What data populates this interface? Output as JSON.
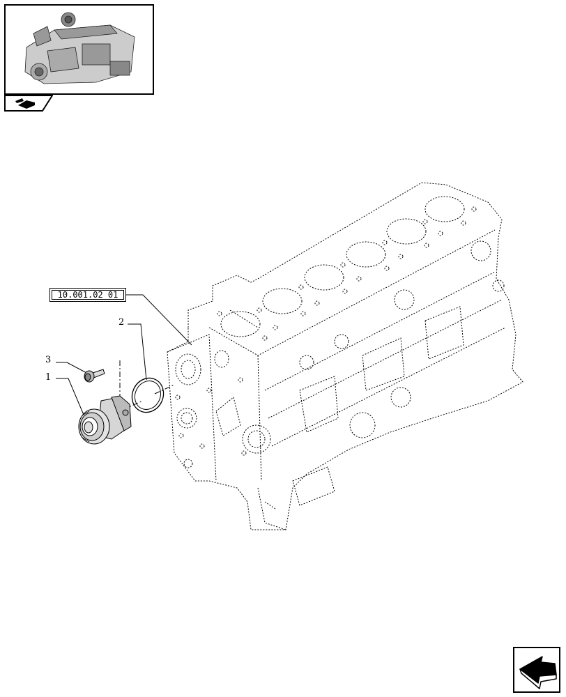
{
  "reference": {
    "code": "10.001.02 01"
  },
  "callouts": [
    {
      "id": "1",
      "label": "1"
    },
    {
      "id": "2",
      "label": "2"
    },
    {
      "id": "3",
      "label": "3"
    }
  ],
  "icons": {
    "thumbnail": "engine-overview-thumbnail",
    "section": "engine-section-icon",
    "navigation": "next-page-arrow-icon"
  }
}
